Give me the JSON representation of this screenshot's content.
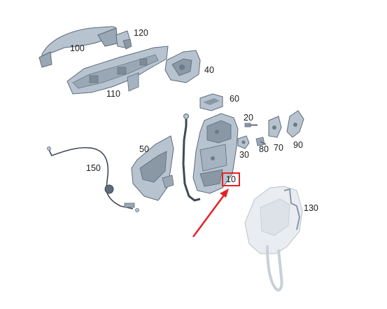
{
  "callouts": {
    "p10": "10",
    "p20": "20",
    "p30": "30",
    "p40": "40",
    "p50": "50",
    "p60": "60",
    "p70": "70",
    "p80": "80",
    "p90": "90",
    "p100": "100",
    "p110": "110",
    "p120": "120",
    "p130": "130",
    "p150": "150"
  },
  "colors": {
    "part_fill": "#b7c4d0",
    "part_shade": "#8a98a6",
    "part_edge": "#5e6b78",
    "ghost_fill": "#e9edf1",
    "ghost_edge": "#b9c2cb",
    "highlight": "#e32227"
  }
}
